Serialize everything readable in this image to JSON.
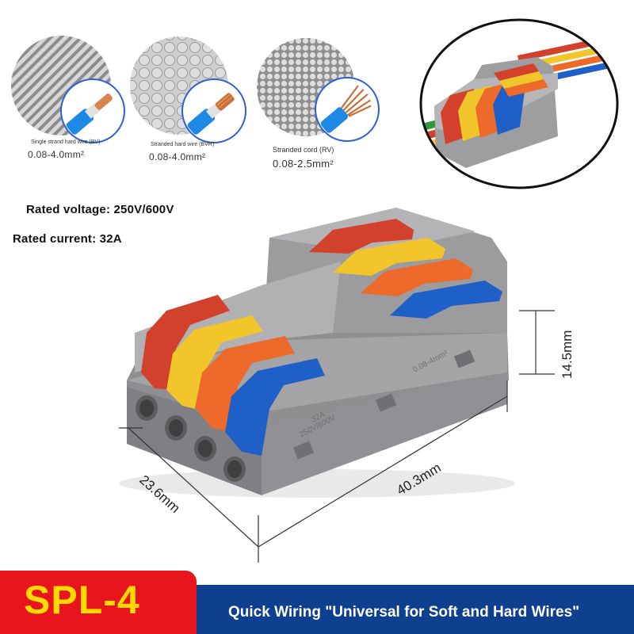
{
  "wire_types": [
    {
      "name": "Single strand hard wire (BV)",
      "range": "0.08-4.0mm²",
      "pattern_icon": "solid-core-cross-section-icon",
      "wire_icon": "single-strand-wire-icon"
    },
    {
      "name": "Stranded hard wire (BVR)",
      "range": "0.08-4.0mm²",
      "pattern_icon": "stranded-core-cross-section-icon",
      "wire_icon": "stranded-wire-icon"
    },
    {
      "name": "Stranded cord (RV)",
      "range": "0.08-2.5mm²",
      "pattern_icon": "fine-strand-cross-section-icon",
      "wire_icon": "stranded-cord-icon"
    }
  ],
  "specs": {
    "voltage": "Rated voltage: 250V/600V",
    "current": "Rated current: 32A"
  },
  "connector": {
    "mold_rating": "32A",
    "mold_voltage": "250V/600V",
    "mold_range": "0.08-4mm²",
    "lever_colors": [
      "#d2412c",
      "#f2c52a",
      "#ee6a2a",
      "#1f5fc8"
    ],
    "body_color": "#a9a9ab"
  },
  "dimensions": {
    "height": "14.5mm",
    "length": "40.3mm",
    "width": "23.6mm"
  },
  "banner": {
    "model": "SPL-4",
    "tagline": "Quick Wiring \"Universal for Soft and Hard Wires\"",
    "red": "#e8151c",
    "blue": "#0f3f8f",
    "yellow": "#ffd900"
  }
}
